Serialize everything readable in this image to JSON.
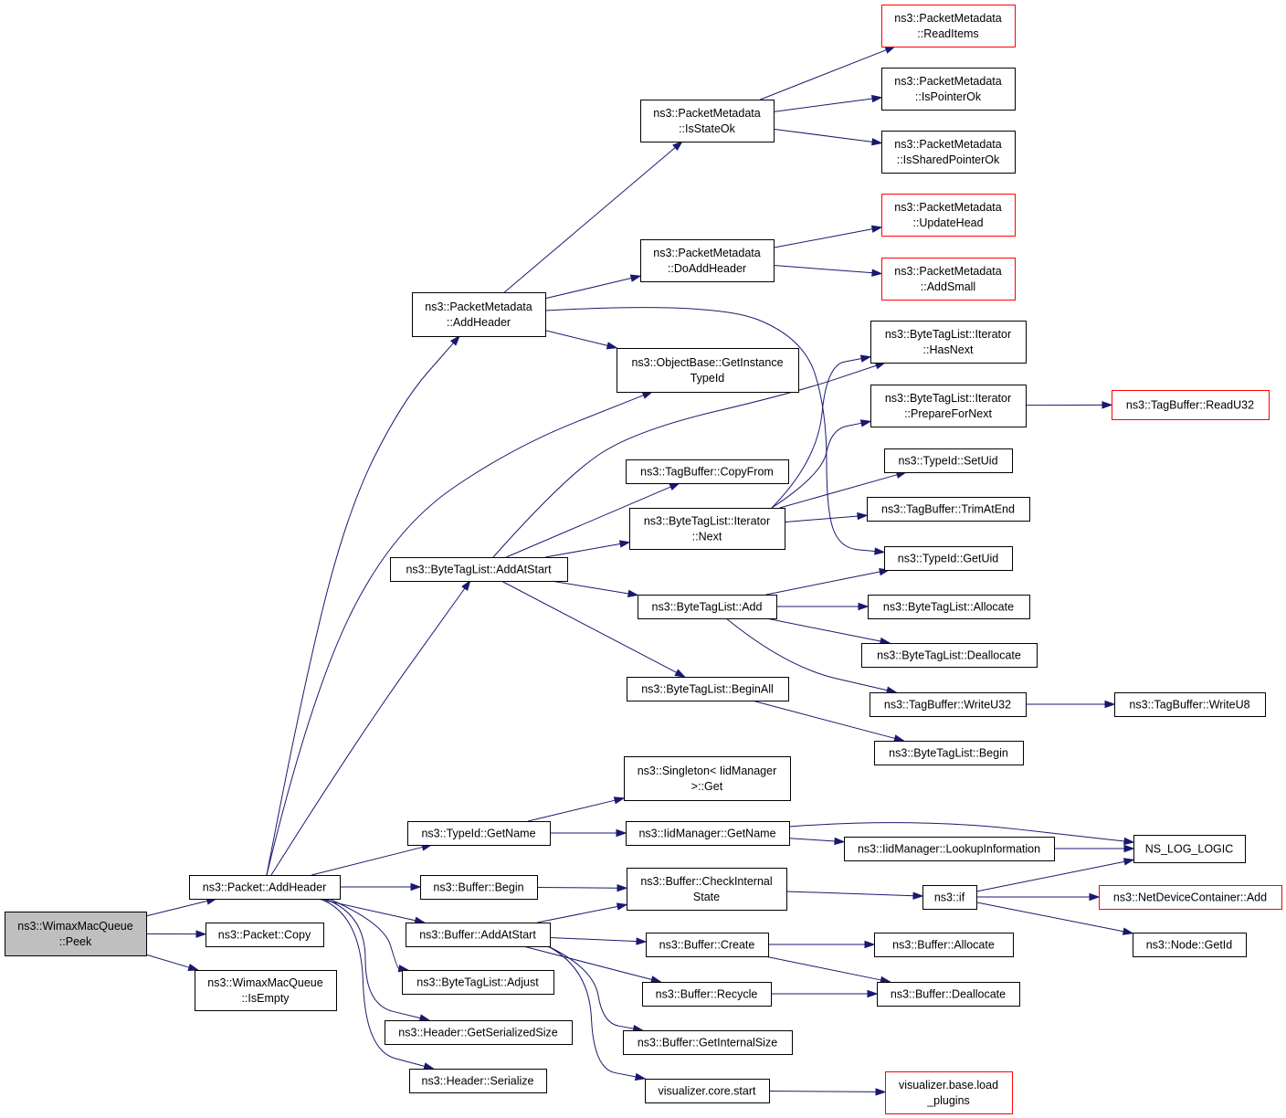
{
  "diagram": {
    "nodes": [
      {
        "id": "peek",
        "lines": [
          "ns3::WimaxMacQueue",
          "::Peek"
        ],
        "style": "root"
      },
      {
        "id": "addheader",
        "lines": [
          "ns3::Packet::AddHeader"
        ]
      },
      {
        "id": "copy",
        "lines": [
          "ns3::Packet::Copy"
        ]
      },
      {
        "id": "isempty",
        "lines": [
          "ns3::WimaxMacQueue",
          "::IsEmpty"
        ]
      },
      {
        "id": "pm_addheader",
        "lines": [
          "ns3::PacketMetadata",
          "::AddHeader"
        ]
      },
      {
        "id": "btl_addatstart",
        "lines": [
          "ns3::ByteTagList::AddAtStart"
        ]
      },
      {
        "id": "tid_getname",
        "lines": [
          "ns3::TypeId::GetName"
        ]
      },
      {
        "id": "buf_begin",
        "lines": [
          "ns3::Buffer::Begin"
        ]
      },
      {
        "id": "buf_addatstart",
        "lines": [
          "ns3::Buffer::AddAtStart"
        ]
      },
      {
        "id": "btl_adjust",
        "lines": [
          "ns3::ByteTagList::Adjust"
        ]
      },
      {
        "id": "hdr_getsize",
        "lines": [
          "ns3::Header::GetSerializedSize"
        ]
      },
      {
        "id": "hdr_serialize",
        "lines": [
          "ns3::Header::Serialize"
        ]
      },
      {
        "id": "pm_isstateok",
        "lines": [
          "ns3::PacketMetadata",
          "::IsStateOk"
        ]
      },
      {
        "id": "pm_doaddheader",
        "lines": [
          "ns3::PacketMetadata",
          "::DoAddHeader"
        ]
      },
      {
        "id": "ob_getinstance",
        "lines": [
          "ns3::ObjectBase::GetInstance",
          "TypeId"
        ]
      },
      {
        "id": "tb_copyfrom",
        "lines": [
          "ns3::TagBuffer::CopyFrom"
        ]
      },
      {
        "id": "btli_next",
        "lines": [
          "ns3::ByteTagList::Iterator",
          "::Next"
        ]
      },
      {
        "id": "btl_add",
        "lines": [
          "ns3::ByteTagList::Add"
        ]
      },
      {
        "id": "btl_beginall",
        "lines": [
          "ns3::ByteTagList::BeginAll"
        ]
      },
      {
        "id": "singleton_get",
        "lines": [
          "ns3::Singleton< IidManager",
          ">::Get"
        ]
      },
      {
        "id": "iid_getname",
        "lines": [
          "ns3::IidManager::GetName"
        ]
      },
      {
        "id": "buf_checkinternal",
        "lines": [
          "ns3::Buffer::CheckInternal",
          "State"
        ]
      },
      {
        "id": "buf_create",
        "lines": [
          "ns3::Buffer::Create"
        ]
      },
      {
        "id": "buf_recycle",
        "lines": [
          "ns3::Buffer::Recycle"
        ]
      },
      {
        "id": "buf_getinternalsize",
        "lines": [
          "ns3::Buffer::GetInternalSize"
        ]
      },
      {
        "id": "viz_start",
        "lines": [
          "visualizer.core.start"
        ]
      },
      {
        "id": "pm_readitems",
        "lines": [
          "ns3::PacketMetadata",
          "::ReadItems"
        ],
        "style": "red"
      },
      {
        "id": "pm_ispointerok",
        "lines": [
          "ns3::PacketMetadata",
          "::IsPointerOk"
        ]
      },
      {
        "id": "pm_issharedpointerok",
        "lines": [
          "ns3::PacketMetadata",
          "::IsSharedPointerOk"
        ]
      },
      {
        "id": "pm_updatehead",
        "lines": [
          "ns3::PacketMetadata",
          "::UpdateHead"
        ],
        "style": "red"
      },
      {
        "id": "pm_addsmall",
        "lines": [
          "ns3::PacketMetadata",
          "::AddSmall"
        ],
        "style": "red"
      },
      {
        "id": "btli_hasnext",
        "lines": [
          "ns3::ByteTagList::Iterator",
          "::HasNext"
        ]
      },
      {
        "id": "btli_prepare",
        "lines": [
          "ns3::ByteTagList::Iterator",
          "::PrepareForNext"
        ]
      },
      {
        "id": "tid_setuid",
        "lines": [
          "ns3::TypeId::SetUid"
        ]
      },
      {
        "id": "tb_trimatend",
        "lines": [
          "ns3::TagBuffer::TrimAtEnd"
        ]
      },
      {
        "id": "tid_getuid",
        "lines": [
          "ns3::TypeId::GetUid"
        ]
      },
      {
        "id": "btl_allocate",
        "lines": [
          "ns3::ByteTagList::Allocate"
        ]
      },
      {
        "id": "btl_deallocate",
        "lines": [
          "ns3::ByteTagList::Deallocate"
        ]
      },
      {
        "id": "tb_writeu32",
        "lines": [
          "ns3::TagBuffer::WriteU32"
        ]
      },
      {
        "id": "btl_begin",
        "lines": [
          "ns3::ByteTagList::Begin"
        ]
      },
      {
        "id": "iid_lookup",
        "lines": [
          "ns3::IidManager::LookupInformation"
        ]
      },
      {
        "id": "ns3_if",
        "lines": [
          "ns3::if"
        ]
      },
      {
        "id": "buf_allocate",
        "lines": [
          "ns3::Buffer::Allocate"
        ]
      },
      {
        "id": "buf_deallocate",
        "lines": [
          "ns3::Buffer::Deallocate"
        ]
      },
      {
        "id": "viz_loadplugins",
        "lines": [
          "visualizer.base.load",
          "_plugins"
        ],
        "style": "red"
      },
      {
        "id": "tb_readu32",
        "lines": [
          "ns3::TagBuffer::ReadU32"
        ],
        "style": "red"
      },
      {
        "id": "tb_writeu8",
        "lines": [
          "ns3::TagBuffer::WriteU8"
        ]
      },
      {
        "id": "ns_log_logic",
        "lines": [
          "NS_LOG_LOGIC"
        ]
      },
      {
        "id": "ndc_add",
        "lines": [
          "ns3::NetDeviceContainer::Add"
        ],
        "style": "red"
      },
      {
        "id": "node_getid",
        "lines": [
          "ns3::Node::GetId"
        ]
      }
    ],
    "edges": [
      {
        "from": "peek",
        "to": "addheader"
      },
      {
        "from": "peek",
        "to": "copy"
      },
      {
        "from": "peek",
        "to": "isempty"
      },
      {
        "from": "addheader",
        "to": "pm_addheader"
      },
      {
        "from": "addheader",
        "to": "ob_getinstance"
      },
      {
        "from": "addheader",
        "to": "btl_addatstart"
      },
      {
        "from": "addheader",
        "to": "tid_getname"
      },
      {
        "from": "addheader",
        "to": "buf_begin"
      },
      {
        "from": "addheader",
        "to": "buf_addatstart"
      },
      {
        "from": "addheader",
        "to": "btl_adjust"
      },
      {
        "from": "addheader",
        "to": "hdr_getsize"
      },
      {
        "from": "addheader",
        "to": "hdr_serialize"
      },
      {
        "from": "pm_addheader",
        "to": "pm_isstateok"
      },
      {
        "from": "pm_addheader",
        "to": "pm_doaddheader"
      },
      {
        "from": "pm_addheader",
        "to": "ob_getinstance"
      },
      {
        "from": "pm_addheader",
        "to": "tid_getuid"
      },
      {
        "from": "pm_isstateok",
        "to": "pm_readitems"
      },
      {
        "from": "pm_isstateok",
        "to": "pm_ispointerok"
      },
      {
        "from": "pm_isstateok",
        "to": "pm_issharedpointerok"
      },
      {
        "from": "pm_doaddheader",
        "to": "pm_updatehead"
      },
      {
        "from": "pm_doaddheader",
        "to": "pm_addsmall"
      },
      {
        "from": "btl_addatstart",
        "to": "btli_hasnext"
      },
      {
        "from": "btl_addatstart",
        "to": "tb_copyfrom"
      },
      {
        "from": "btl_addatstart",
        "to": "btli_next"
      },
      {
        "from": "btl_addatstart",
        "to": "btl_add"
      },
      {
        "from": "btl_addatstart",
        "to": "btl_beginall"
      },
      {
        "from": "btli_next",
        "to": "btli_hasnext"
      },
      {
        "from": "btli_next",
        "to": "btli_prepare"
      },
      {
        "from": "btli_next",
        "to": "tid_setuid"
      },
      {
        "from": "btli_next",
        "to": "tb_trimatend"
      },
      {
        "from": "btli_prepare",
        "to": "tb_readu32"
      },
      {
        "from": "btl_add",
        "to": "tid_getuid"
      },
      {
        "from": "btl_add",
        "to": "btl_allocate"
      },
      {
        "from": "btl_add",
        "to": "btl_deallocate"
      },
      {
        "from": "btl_add",
        "to": "tb_writeu32"
      },
      {
        "from": "tb_writeu32",
        "to": "tb_writeu8"
      },
      {
        "from": "btl_beginall",
        "to": "btl_begin"
      },
      {
        "from": "tid_getname",
        "to": "singleton_get"
      },
      {
        "from": "tid_getname",
        "to": "iid_getname"
      },
      {
        "from": "iid_getname",
        "to": "ns_log_logic"
      },
      {
        "from": "iid_getname",
        "to": "iid_lookup"
      },
      {
        "from": "iid_lookup",
        "to": "ns_log_logic"
      },
      {
        "from": "buf_begin",
        "to": "buf_checkinternal"
      },
      {
        "from": "buf_addatstart",
        "to": "buf_checkinternal"
      },
      {
        "from": "buf_addatstart",
        "to": "buf_create"
      },
      {
        "from": "buf_addatstart",
        "to": "buf_recycle"
      },
      {
        "from": "buf_addatstart",
        "to": "buf_getinternalsize"
      },
      {
        "from": "buf_addatstart",
        "to": "viz_start"
      },
      {
        "from": "buf_checkinternal",
        "to": "ns3_if"
      },
      {
        "from": "ns3_if",
        "to": "ns_log_logic"
      },
      {
        "from": "ns3_if",
        "to": "ndc_add"
      },
      {
        "from": "ns3_if",
        "to": "node_getid"
      },
      {
        "from": "buf_create",
        "to": "buf_allocate"
      },
      {
        "from": "buf_create",
        "to": "buf_deallocate"
      },
      {
        "from": "buf_recycle",
        "to": "buf_deallocate"
      },
      {
        "from": "viz_start",
        "to": "viz_loadplugins"
      }
    ]
  }
}
